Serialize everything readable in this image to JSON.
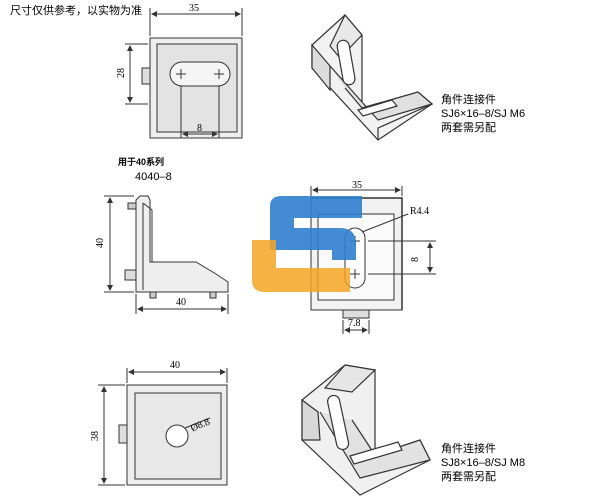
{
  "top_note": "尺寸仅供参考，以实物为准",
  "series_label": "用于40系列",
  "model_label": "4040–8",
  "part1": {
    "name": "角件连接件",
    "spec": "SJ6×16–8/SJ M6",
    "note": "两套需另配",
    "dim_width": "35",
    "dim_height": "28",
    "dim_slot": "8"
  },
  "part2": {
    "dim_height": "40",
    "dim_width": "40",
    "dim_top": "35",
    "dim_radius": "R4.4",
    "dim_slot": "8",
    "dim_bottom": "7.8"
  },
  "part3": {
    "name": "角件连接件",
    "spec": "SJ8×16–8/SJ M8",
    "note": "两套需另配",
    "dim_width": "40",
    "dim_height": "38",
    "dim_hole": "Ø8.8"
  },
  "colors": {
    "line": "#333333",
    "logo_blue": "#2f7fce",
    "logo_orange": "#f5a623"
  }
}
